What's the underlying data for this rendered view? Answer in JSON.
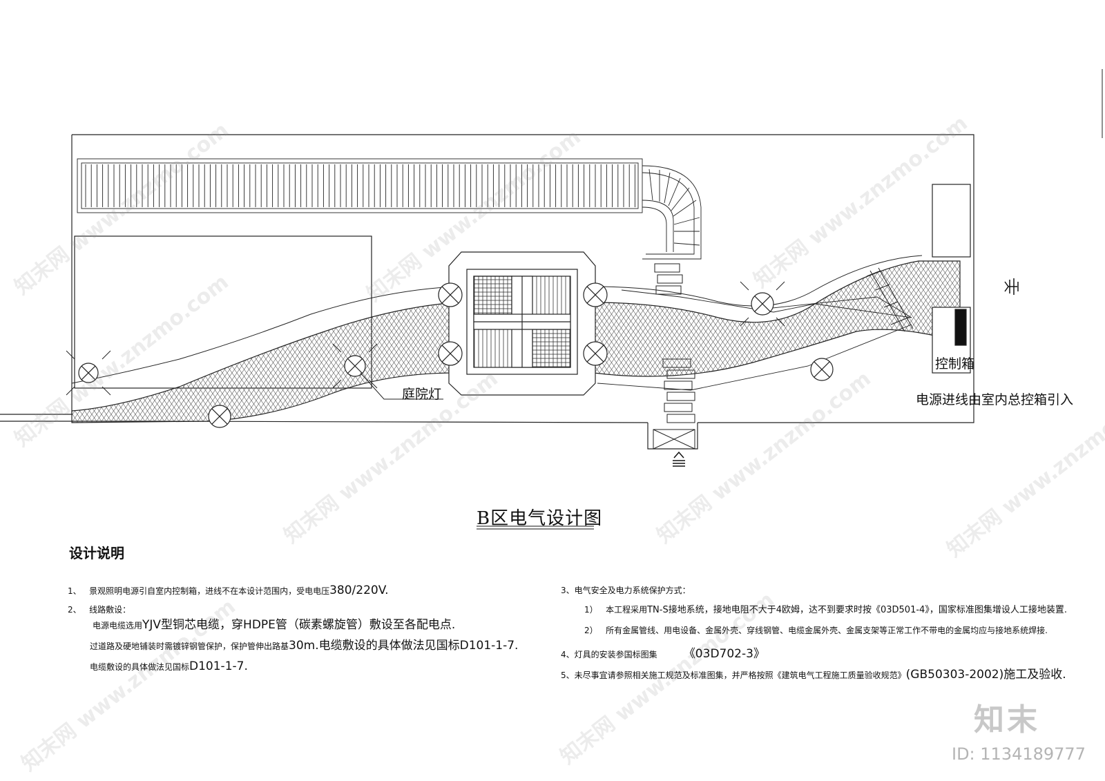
{
  "drawing": {
    "title": "B区电气设计图",
    "labels": {
      "lamp": "庭院灯",
      "control_box": "控制箱",
      "power_inlet": "电源进线由室内总控箱引入"
    },
    "symbols": {
      "north": "north-arrow-icon",
      "entrance": "entrance-arrow-icon",
      "lamp": "courtyard-lamp-icon"
    }
  },
  "notes": {
    "heading": "设计说明",
    "left": [
      {
        "num": "1、",
        "text": "景观照明电源引自室内控制箱，进线不在本设计范围内，受电电压",
        "tail": "380/220V."
      },
      {
        "num": "2、",
        "text": "线路敷设：",
        "tail": ""
      },
      {
        "num": "",
        "text": "电源电缆选用",
        "tail": "YJV型铜芯电缆，穿HDPE管（碳素螺旋管）敷设至各配电点."
      },
      {
        "num": "",
        "text": "过道路及硬地铺装时需镀锌钢管保护，保护管伸出路基",
        "tail": "30m.电缆敷设的具体做法见国标D101-1-7."
      },
      {
        "num": "",
        "text": "电缆敷设的具体做法见国标",
        "tail": "D101-1-7."
      }
    ],
    "right": [
      {
        "num": "3、",
        "text": "电气安全及电力系统保护方式：",
        "tail": ""
      },
      {
        "num": "1）",
        "text": "本工程采用",
        "tail": "TN-S接地系统，接地电阻不大于4欧姆，达不到要求时按《03D501-4》，国家标准图集增设人工接地装置."
      },
      {
        "num": "2）",
        "text": "所有金属管线、用电设备、金属外壳、穿线钢管、电缆金属外壳、金属支架等正常工作不带电的金属均应与接地系统焊接.",
        "tail": ""
      },
      {
        "num": "4、",
        "text": "灯具的安装参国标图集",
        "tail": "《03D702-3》"
      },
      {
        "num": "5、",
        "text": "未尽事宜请参照相关施工规范及标准图集，并严格按照《建筑电气工程施工质量验收规范》",
        "tail": "(GB50303-2002)施工及验收."
      }
    ]
  },
  "watermark": {
    "logo": "知末",
    "id": "ID: 1134189777",
    "site": "知末网 www.znzmo.com"
  }
}
